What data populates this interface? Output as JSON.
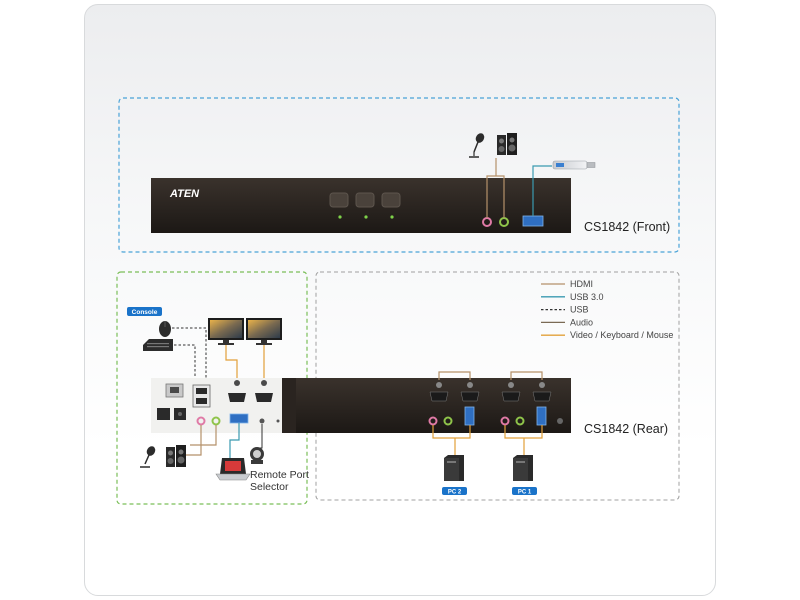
{
  "front": {
    "brand": "ATEN",
    "model_label": "CS1842 (Front)"
  },
  "rear": {
    "model_label": "CS1842 (Rear)",
    "console_badge": "Console",
    "remote_selector_label": [
      "Remote Port",
      "Selector"
    ],
    "pc2_badge": "PC 2",
    "pc1_badge": "PC 1"
  },
  "legend": [
    {
      "label": "HDMI",
      "color": "#b5916a",
      "style": "solid"
    },
    {
      "label": "USB 3.0",
      "color": "#3a9ab0",
      "style": "solid"
    },
    {
      "label": "USB",
      "color": "#333333",
      "style": "dashed"
    },
    {
      "label": "Audio",
      "color": "#7a6a55",
      "style": "solid"
    },
    {
      "label": "Video / Keyboard / Mouse",
      "color": "#e2a03a",
      "style": "solid"
    }
  ],
  "colors": {
    "front_border": "#4aa3d8",
    "console_border": "#7bbf59",
    "rear_border": "#a0a0a0",
    "badge_blue": "#1a73c9",
    "device_body": "#2a2420"
  }
}
